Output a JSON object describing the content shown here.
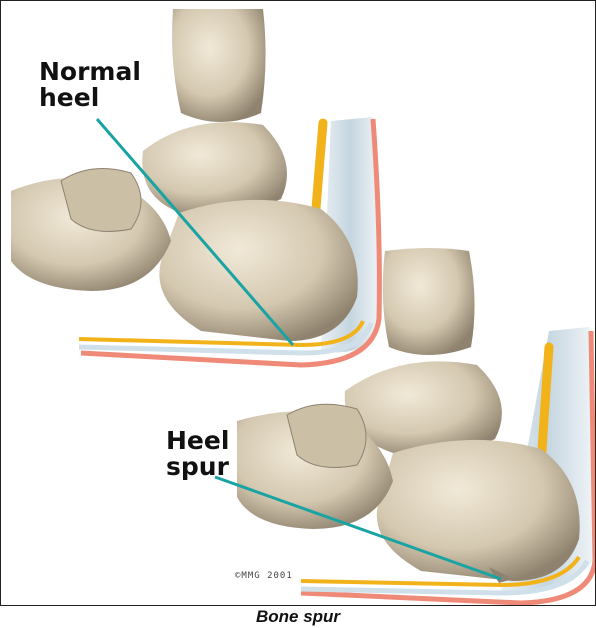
{
  "labels": {
    "normal_heel": "Normal\nheel",
    "heel_spur": "Heel\nspur",
    "copyright": "©MMG 2001"
  },
  "caption": "Bone spur",
  "colors": {
    "bone": "#d9cdb6",
    "bone_shadow": "#8e8270",
    "nerve": "#f2b21a",
    "fascia": "#cfe0ea",
    "skin": "#f08a78",
    "pointer_line": "#1aa3a3"
  }
}
